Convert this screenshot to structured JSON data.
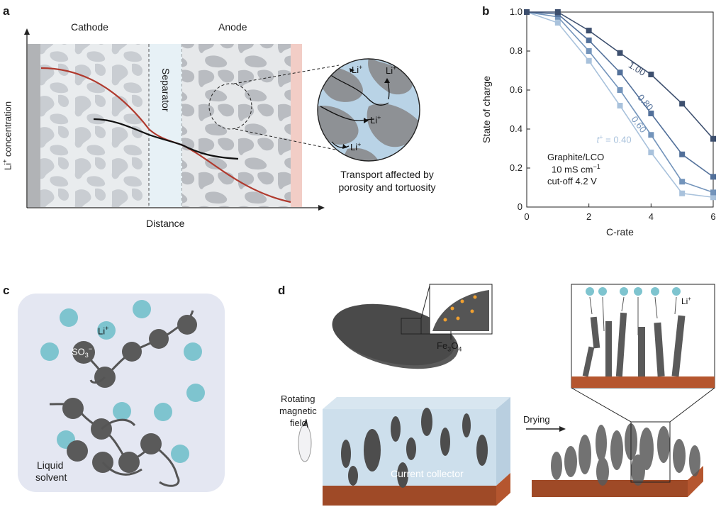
{
  "panels": {
    "a": {
      "letter": "a",
      "cathode": "Cathode",
      "anode": "Anode",
      "separator": "Separator",
      "ylabel_main": "Li",
      "ylabel_sup": "+",
      "ylabel_rest": " concentration",
      "xlabel": "Distance",
      "ion_label": "Li",
      "ion_sup": "+",
      "caption_line1": "Transport affected by",
      "caption_line2": "porosity and tortuosity"
    },
    "b": {
      "letter": "b",
      "annotation_line1": "Graphite/LCO",
      "annotation_line2_main": "10 mS cm",
      "annotation_line2_sup": "−1",
      "annotation_line3": "cut-off 4.2 V",
      "t_symbol": "t",
      "t_sup": "+",
      "t_eq": " = 0.40"
    },
    "c": {
      "letter": "c",
      "ion_label": "Li",
      "ion_sup": "+",
      "anion_label": "SO",
      "anion_sub": "3",
      "anion_sup": "−",
      "solvent_line1": "Liquid",
      "solvent_line2": "solvent"
    },
    "d": {
      "letter": "d",
      "fe_main": "Fe",
      "fe_sub1": "3",
      "fe_o": "O",
      "fe_sub2": "4",
      "rot_line1": "Rotating",
      "rot_line2": "magnetic",
      "rot_line3": "field",
      "current_collector": "Current collector",
      "drying": "Drying",
      "ion_label": "Li",
      "ion_sup": "+"
    }
  },
  "chart_data": {
    "type": "line",
    "xlabel": "C-rate",
    "ylabel": "State of charge",
    "xlim": [
      0,
      6
    ],
    "ylim": [
      0,
      1.0
    ],
    "xticks": [
      "0",
      "2",
      "4",
      "6"
    ],
    "yticks": [
      "0",
      "0.2",
      "0.4",
      "0.6",
      "0.8",
      "1.0"
    ],
    "x": [
      0,
      1,
      2,
      3,
      4,
      5,
      6
    ],
    "series": [
      {
        "name": "1.00",
        "color": "#3d4f6e",
        "values": [
          1.0,
          1.0,
          0.905,
          0.79,
          0.68,
          0.53,
          0.35
        ]
      },
      {
        "name": "0.80",
        "color": "#52709a",
        "values": [
          1.0,
          0.99,
          0.855,
          0.69,
          0.48,
          0.27,
          0.155
        ]
      },
      {
        "name": "0.60",
        "color": "#7394bb",
        "values": [
          1.0,
          0.975,
          0.8,
          0.6,
          0.37,
          0.13,
          0.075
        ]
      },
      {
        "name": "0.40",
        "color": "#a9c2dc",
        "values": [
          1.0,
          0.945,
          0.75,
          0.52,
          0.28,
          0.07,
          0.05
        ]
      }
    ],
    "grid": false
  },
  "colors": {
    "red_curve": "#b03a2e",
    "collector": "#b5562f",
    "ion": "#7ec4cf",
    "particle": "#5a5a5a"
  }
}
